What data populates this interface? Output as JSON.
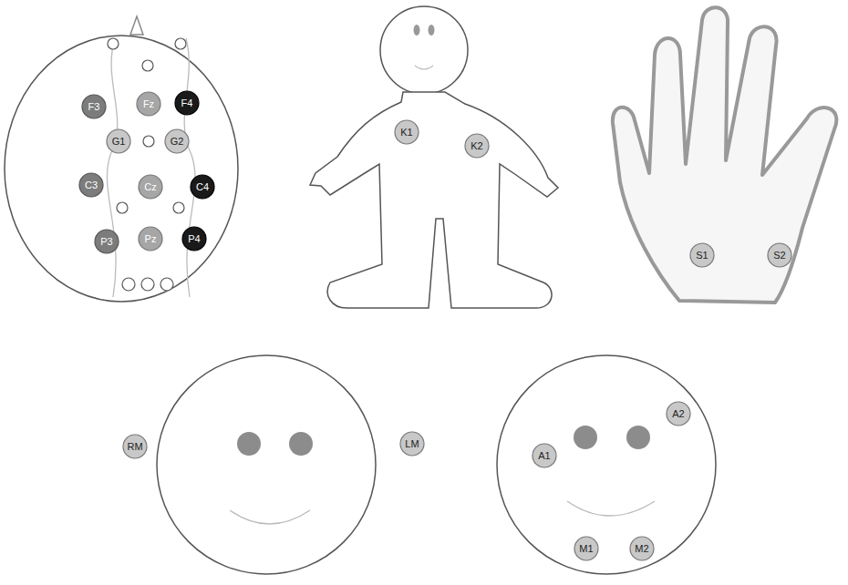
{
  "diagram": {
    "nodes": [
      {
        "text": [
          "F3"
        ]
      },
      {
        "text": [
          "Fz"
        ]
      },
      {
        "text": [
          "F4"
        ]
      },
      {
        "text": [
          "G1"
        ]
      },
      {
        "text": [
          "G2"
        ]
      },
      {
        "text": [
          "C3"
        ]
      },
      {
        "text": [
          "Cz"
        ]
      },
      {
        "text": [
          "C4"
        ]
      },
      {
        "text": [
          "P3"
        ]
      },
      {
        "text": [
          "Pz"
        ]
      },
      {
        "text": [
          "P4"
        ]
      },
      {
        "text": [
          "K1"
        ]
      },
      {
        "text": [
          "K2"
        ]
      },
      {
        "text": [
          "S1"
        ]
      },
      {
        "text": [
          "S2"
        ]
      },
      {
        "text": [
          "RM"
        ]
      },
      {
        "text": [
          "LM"
        ]
      },
      {
        "text": [
          "A1"
        ]
      },
      {
        "text": [
          "A2"
        ]
      },
      {
        "text": [
          "M1"
        ]
      },
      {
        "text": [
          "M2"
        ]
      }
    ]
  }
}
